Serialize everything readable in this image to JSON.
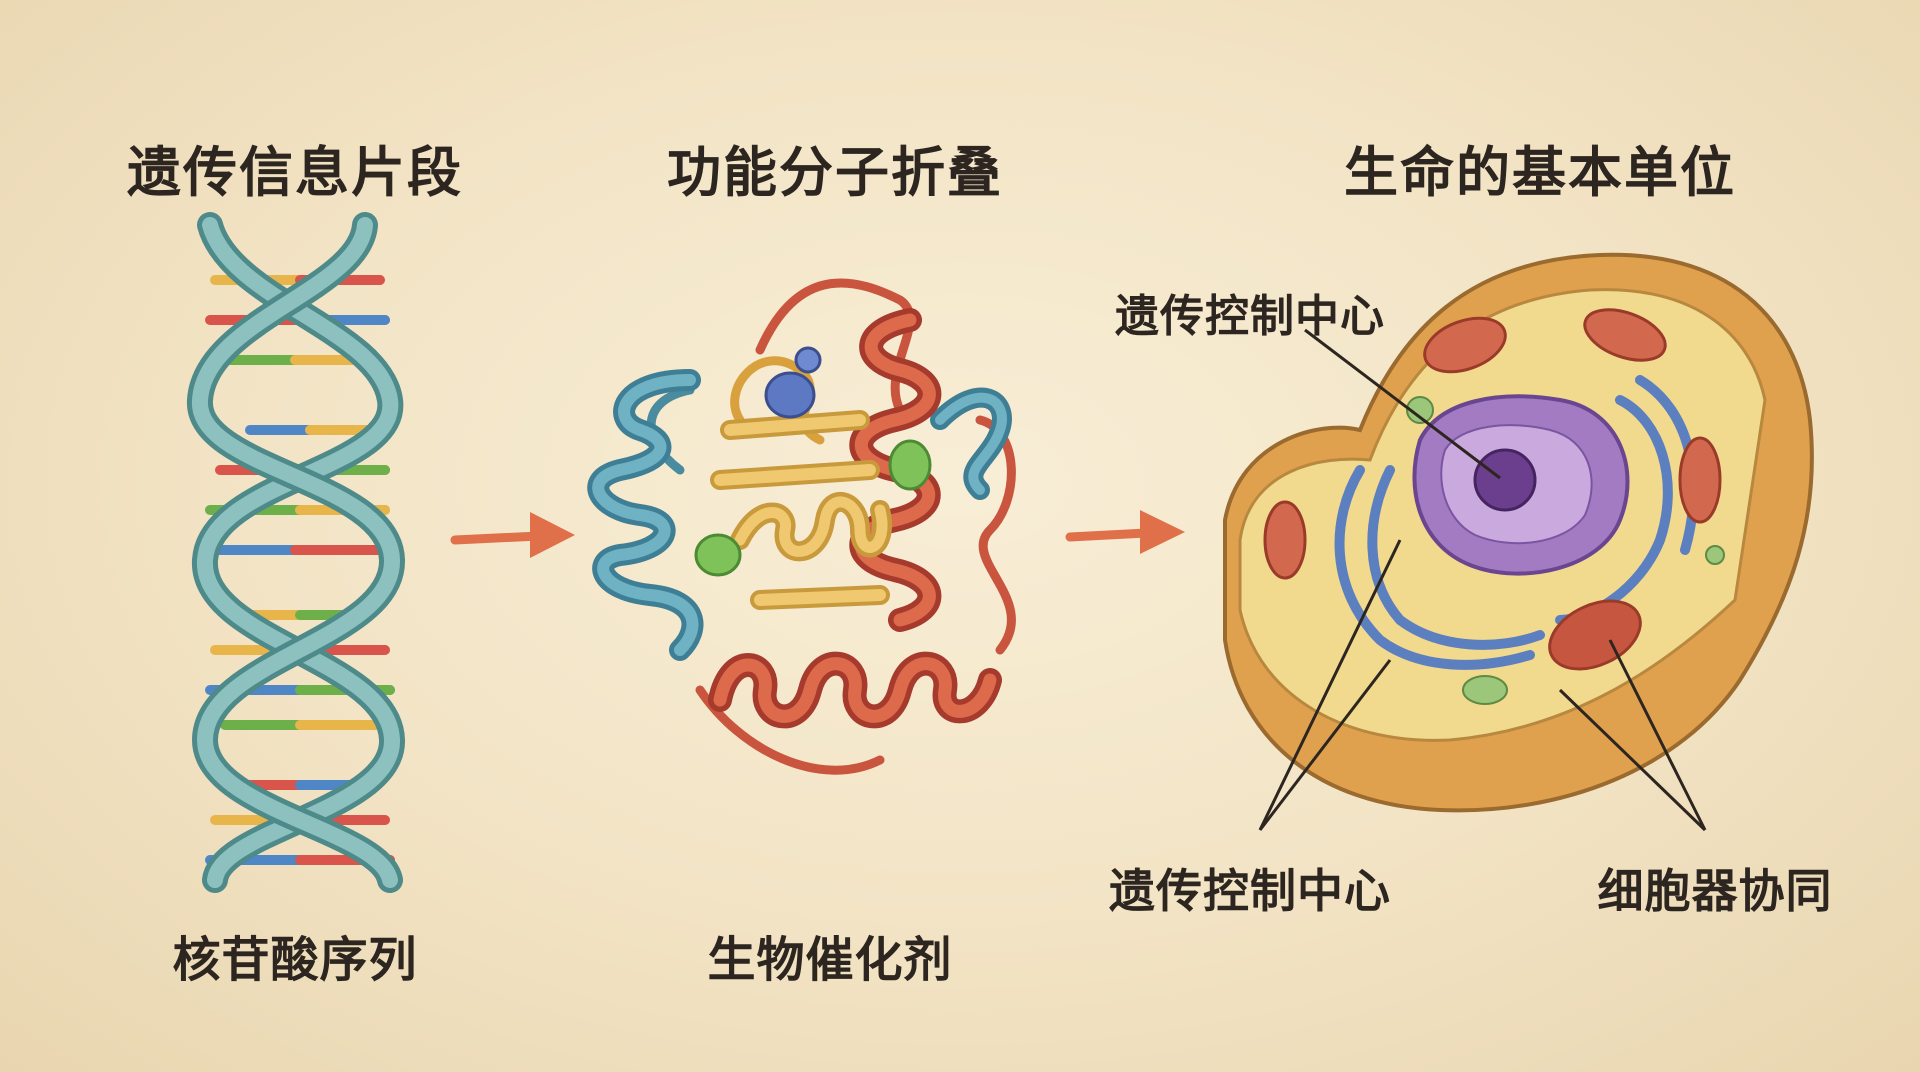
{
  "panels": [
    {
      "title": "遗传信息片段",
      "caption": "核苷酸序列"
    },
    {
      "title": "功能分子折叠",
      "caption": "生物催化剂"
    },
    {
      "title": "生命的基本单位"
    }
  ],
  "cell_labels": {
    "top_label": "遗传控制中心",
    "bottom_left_label": "遗传控制中心",
    "bottom_right_label": "细胞器协同"
  },
  "colors": {
    "background": "#f2e3c4",
    "dna_backbone": "#6fa6a6",
    "arrow": "#e0704a",
    "nucleus": "#8a5bb0",
    "cytoplasm": "#efd58c",
    "membrane": "#e3a24e"
  }
}
